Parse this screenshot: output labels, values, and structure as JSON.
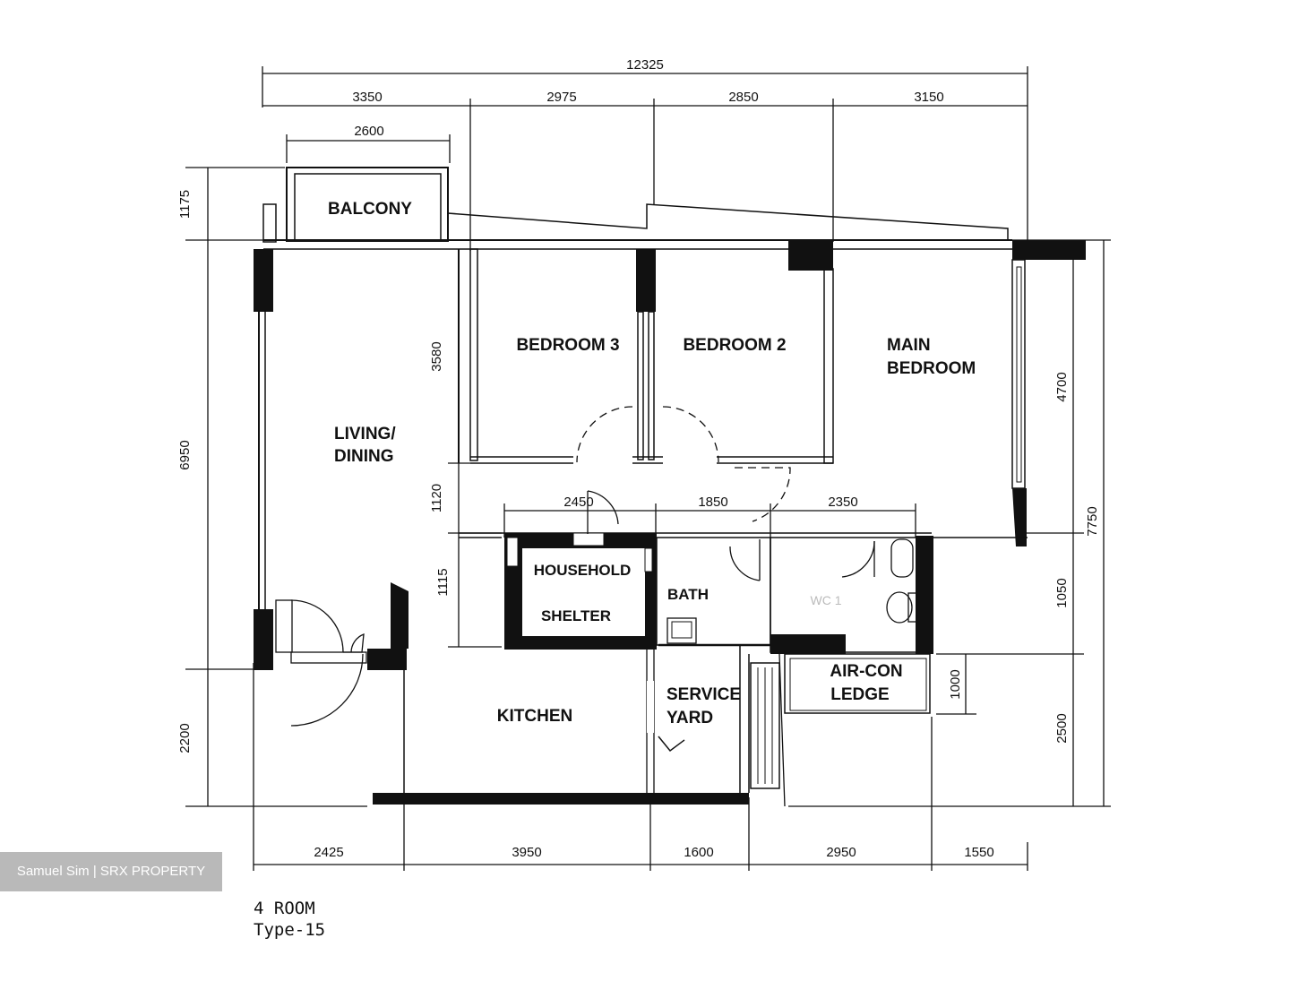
{
  "plan": {
    "type_line1": "4 ROOM",
    "type_line2": "Type-15"
  },
  "rooms": {
    "balcony": "BALCONY",
    "bedroom3": "BEDROOM 3",
    "bedroom2": "BEDROOM 2",
    "main_bedroom_1": "MAIN",
    "main_bedroom_2": "BEDROOM",
    "living_1": "LIVING/",
    "living_2": "DINING",
    "shelter_1": "HOUSEHOLD",
    "shelter_2": "SHELTER",
    "bath": "BATH",
    "wc": "WC 1",
    "kitchen": "KITCHEN",
    "service_1": "SERVICE",
    "service_2": "YARD",
    "aircon_1": "AIR-CON",
    "aircon_2": "LEDGE"
  },
  "dims": {
    "overall": "12325",
    "top_1": "3350",
    "top_2": "2975",
    "top_3": "2850",
    "top_4": "3150",
    "balcony_width": "2600",
    "left_balcony": "1175",
    "left_main": "6950",
    "left_bottom": "2200",
    "bed3_depth": "3580",
    "corridor": "1120",
    "shelter_w": "2450",
    "bath_w": "1850",
    "wc_w": "2350",
    "right_main": "4700",
    "right_total": "7750",
    "right_mid": "1050",
    "right_bottom": "2500",
    "aircon_depth": "1000",
    "bottom_1": "2425",
    "bottom_2": "3950",
    "bottom_3": "1600",
    "bottom_4": "2950",
    "bottom_5": "1550",
    "small_left": "1115"
  },
  "watermark": "Samuel Sim | SRX PROPERTY"
}
